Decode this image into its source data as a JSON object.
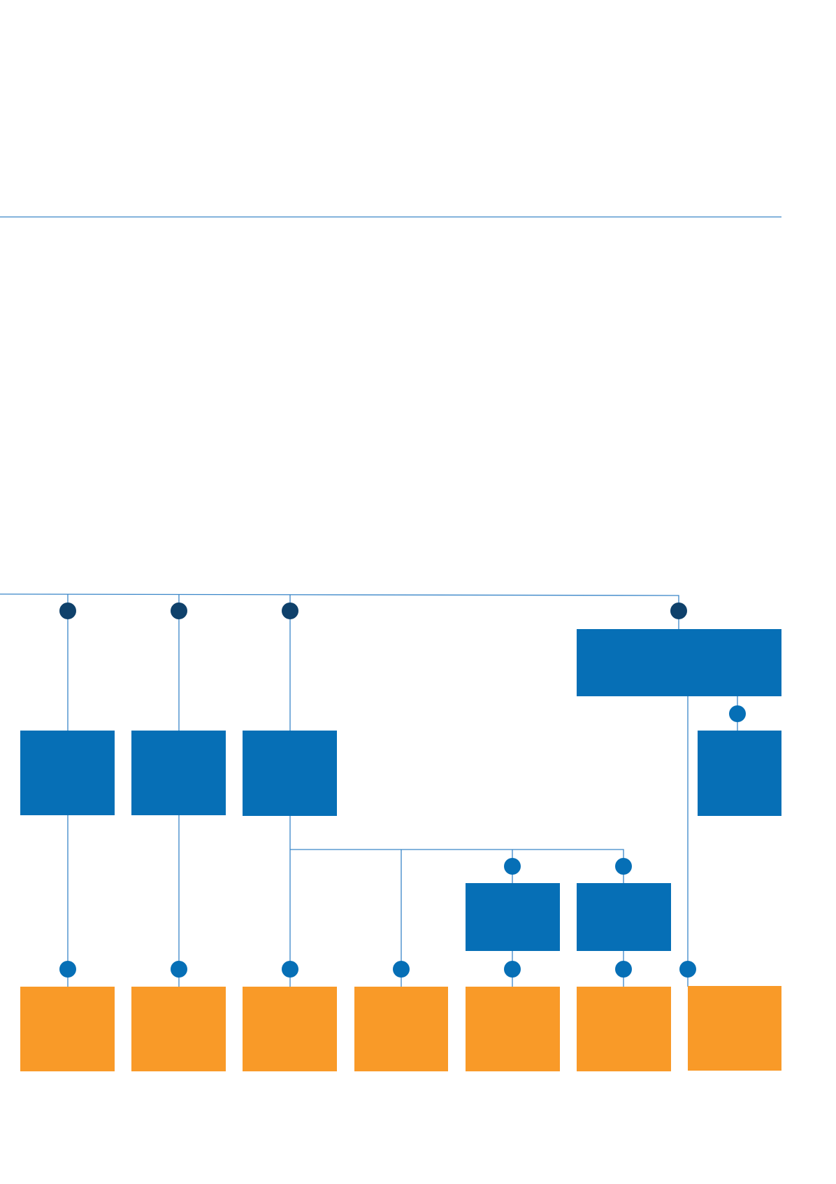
{
  "colors": {
    "line": "#3a86c8",
    "top_dot": "#0f416b",
    "dot": "#066fb6",
    "blue_box": "#066fb6",
    "orange_box": "#f99a28",
    "background": "#ffffff"
  },
  "diagram": {
    "nodes": [
      {
        "id": "top-dot-1",
        "kind": "top_dot"
      },
      {
        "id": "top-dot-2",
        "kind": "top_dot"
      },
      {
        "id": "top-dot-3",
        "kind": "top_dot"
      },
      {
        "id": "top-dot-4",
        "kind": "top_dot"
      },
      {
        "id": "blue-box-wide",
        "kind": "blue_box"
      },
      {
        "id": "blue-box-1",
        "kind": "blue_box"
      },
      {
        "id": "blue-box-2",
        "kind": "blue_box"
      },
      {
        "id": "blue-box-3",
        "kind": "blue_box"
      },
      {
        "id": "blue-box-4",
        "kind": "blue_box"
      },
      {
        "id": "blue-box-5",
        "kind": "blue_box"
      },
      {
        "id": "blue-box-6",
        "kind": "blue_box"
      },
      {
        "id": "orange-box-1",
        "kind": "orange_box"
      },
      {
        "id": "orange-box-2",
        "kind": "orange_box"
      },
      {
        "id": "orange-box-3",
        "kind": "orange_box"
      },
      {
        "id": "orange-box-4",
        "kind": "orange_box"
      },
      {
        "id": "orange-box-5",
        "kind": "orange_box"
      },
      {
        "id": "orange-box-6",
        "kind": "orange_box"
      },
      {
        "id": "orange-box-7",
        "kind": "orange_box"
      }
    ],
    "edges": [
      [
        "top-dot-1",
        "blue-box-1"
      ],
      [
        "top-dot-2",
        "blue-box-2"
      ],
      [
        "top-dot-3",
        "blue-box-3"
      ],
      [
        "top-dot-4",
        "blue-box-wide"
      ],
      [
        "blue-box-wide",
        "blue-box-4"
      ],
      [
        "blue-box-wide",
        "orange-box-7"
      ],
      [
        "blue-box-1",
        "orange-box-1"
      ],
      [
        "blue-box-2",
        "orange-box-2"
      ],
      [
        "blue-box-3",
        "orange-box-3"
      ],
      [
        "blue-box-3",
        "orange-box-4"
      ],
      [
        "blue-box-3",
        "blue-box-5"
      ],
      [
        "blue-box-3",
        "blue-box-6"
      ],
      [
        "blue-box-5",
        "orange-box-5"
      ],
      [
        "blue-box-6",
        "orange-box-6"
      ]
    ]
  }
}
